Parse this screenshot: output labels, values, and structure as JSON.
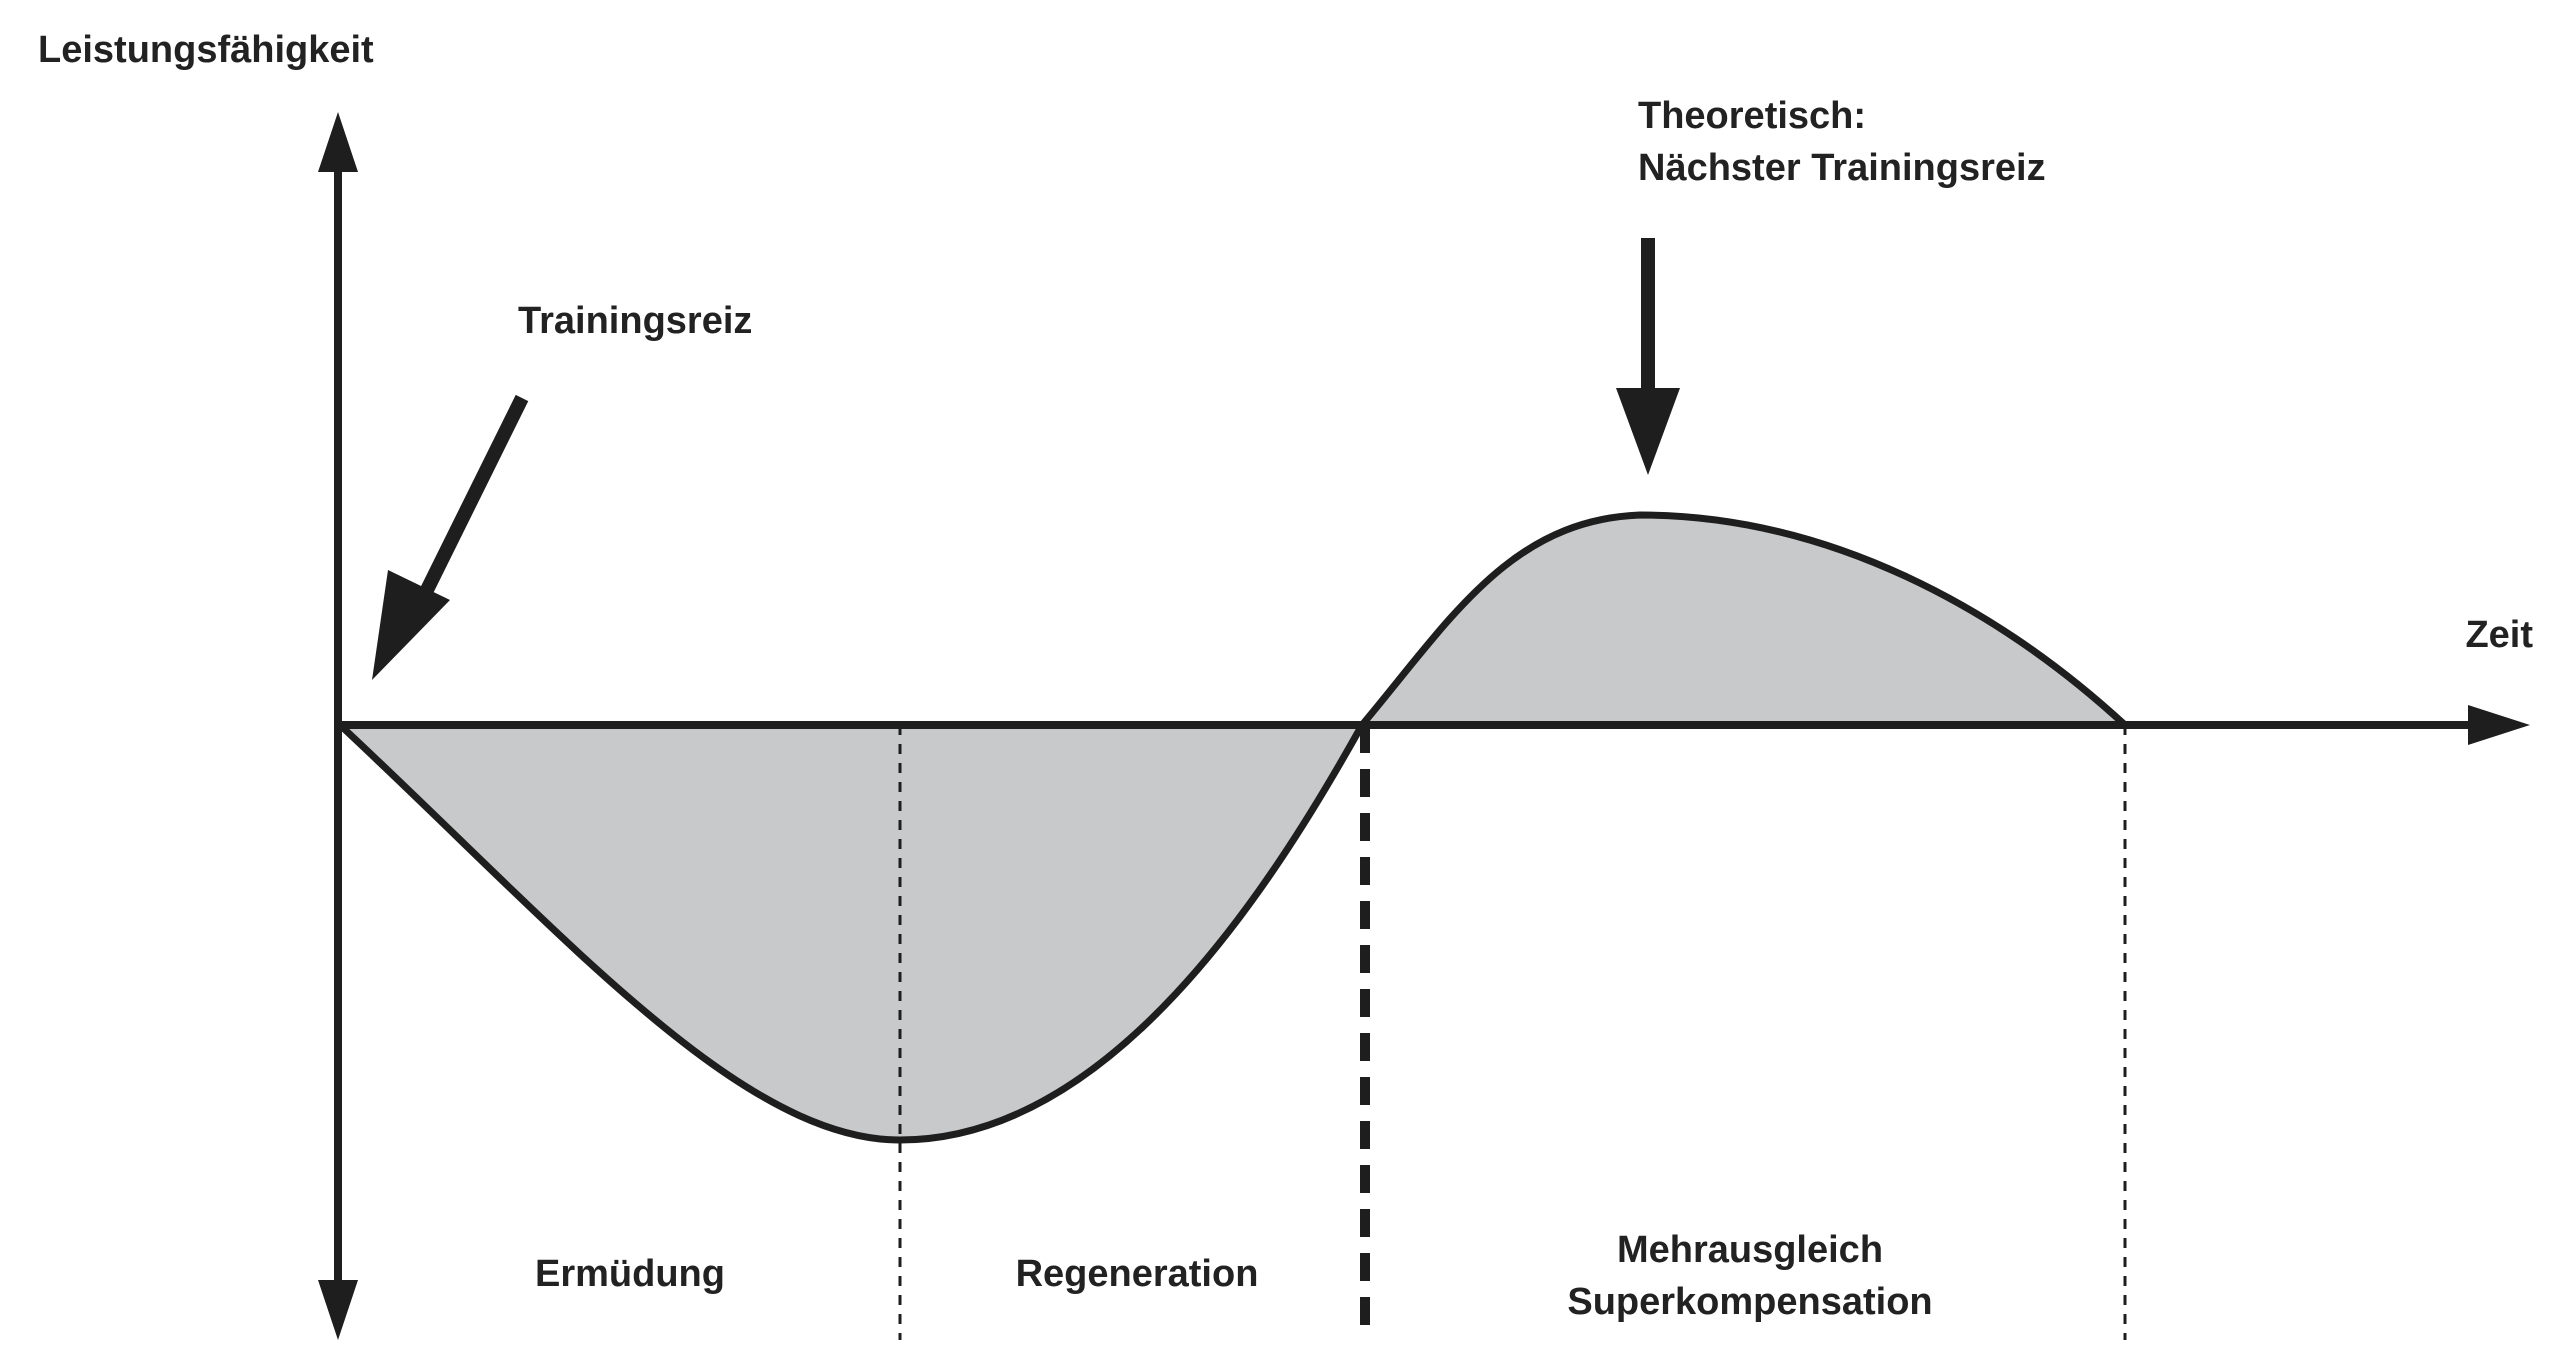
{
  "diagram": {
    "y_axis_label": "Leistungsfähigkeit",
    "x_axis_label": "Zeit",
    "annotations": {
      "stimulus": "Trainingsreiz",
      "next_stimulus_line1": "Theoretisch:",
      "next_stimulus_line2": "Nächster Trainingsreiz"
    },
    "phases": {
      "fatigue": "Ermüdung",
      "regeneration": "Regeneration",
      "supercomp_line1": "Mehrausgleich",
      "supercomp_line2": "Superkompensation"
    },
    "colors": {
      "area_fill": "#c8c9ca",
      "stroke": "#1e1e1e",
      "text": "#222222"
    }
  }
}
